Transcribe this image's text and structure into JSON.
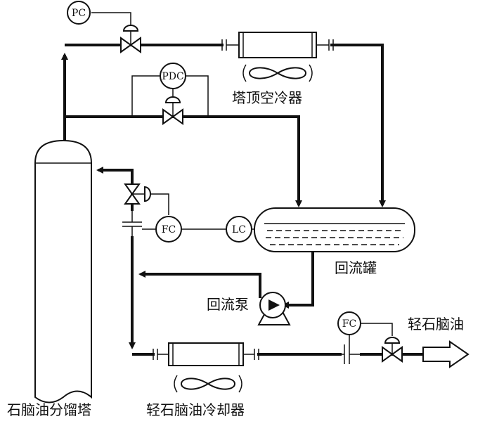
{
  "equipment": {
    "column": "石脑油分馏塔",
    "overhead_air_cooler": "塔顶空冷器",
    "reflux_drum": "回流罐",
    "reflux_pump": "回流泵",
    "product_cooler": "轻石脑油冷却器"
  },
  "instruments": {
    "pressure_controller": "PC",
    "pressure_diff_controller": "PDC",
    "reflux_flow_controller": "FC",
    "level_controller": "LC",
    "product_flow_controller": "FC"
  },
  "streams": {
    "product_outlet": "轻石脑油"
  },
  "colors": {
    "line": "#111111",
    "background": "#ffffff"
  }
}
